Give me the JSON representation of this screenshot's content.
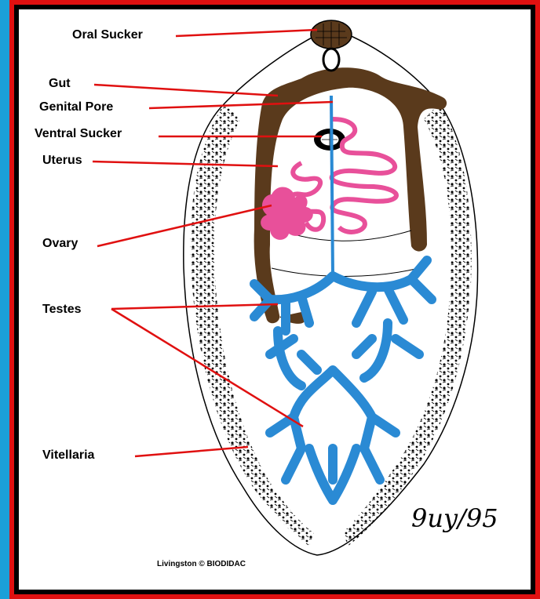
{
  "labels": {
    "oral_sucker": "Oral Sucker",
    "gut": "Gut",
    "genital_pore": "Genital Pore",
    "ventral_sucker": "Ventral Sucker",
    "uterus": "Uterus",
    "ovary": "Ovary",
    "testes": "Testes",
    "vitellaria": "Vitellaria"
  },
  "credit": "Livingston © BIODIDAC",
  "signature": "9uy/95",
  "colors": {
    "background": "#1aa0d8",
    "frame": "#e01010",
    "gut": "#5a3a1c",
    "uterus": "#e8509a",
    "testes": "#2a8ad4",
    "leader_lines": "#e01010"
  }
}
